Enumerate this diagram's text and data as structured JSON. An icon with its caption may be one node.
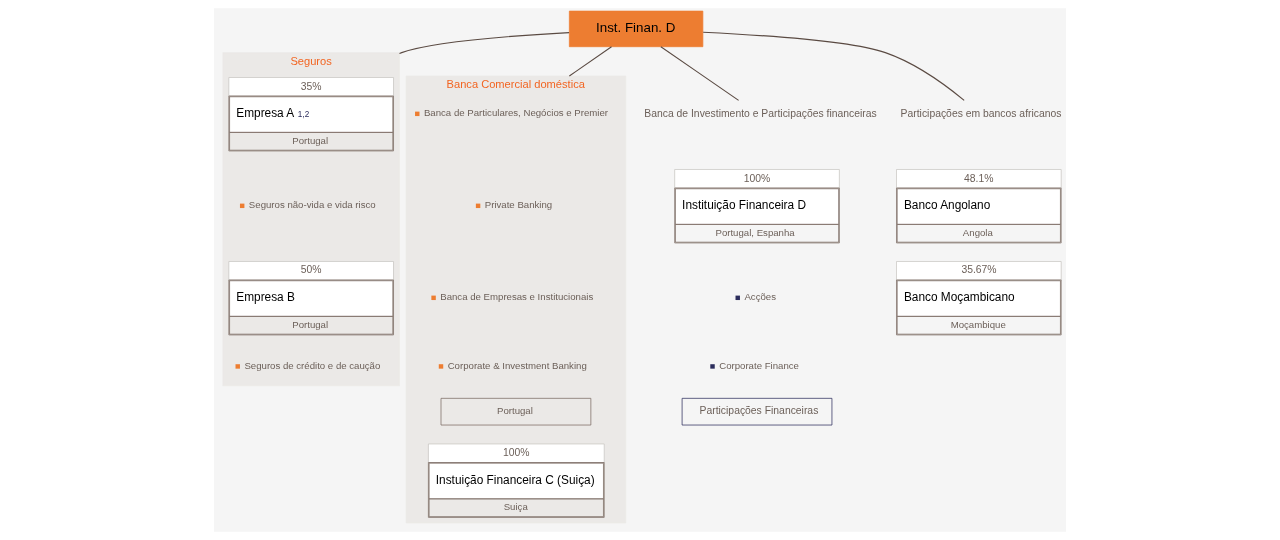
{
  "diagram": {
    "nodes": [
      {
        "text": [
          "Inst. Finan. D"
        ]
      },
      {
        "text": [
          "Banca de Investimento e Participações financeiras"
        ]
      },
      {
        "text": [
          "Instituição Financeira D",
          "Portugal, Espanha"
        ],
        "beside": [
          "100%"
        ]
      },
      {
        "text": [
          "Participações Financeiras"
        ]
      },
      {
        "text": [
          "Seguros"
        ]
      },
      {
        "text": [
          "Empresa A",
          "1,2",
          "Portugal"
        ],
        "beside": [
          "35%"
        ],
        "in": 4
      },
      {
        "text": [
          "Empresa B",
          "Portugal"
        ],
        "beside": [
          "50%"
        ],
        "in": 4
      },
      {
        "text": [
          "Banca Comercial doméstica"
        ]
      },
      {
        "text": [
          "Portugal"
        ],
        "in": 7
      },
      {
        "text": [
          "Instuição Financeira C (Suiça)",
          "Suiça"
        ],
        "beside": [
          "100%"
        ],
        "in": 7
      },
      {
        "text": [
          "Participações em bancos africanos"
        ]
      },
      {
        "text": [
          "Banco Angolano",
          "Angola"
        ],
        "beside": [
          "48.1%"
        ]
      },
      {
        "text": [
          "Banco Moçambicano",
          "Moçambique"
        ],
        "beside": [
          "35.67%"
        ]
      }
    ],
    "edges": [
      {
        "from": 0,
        "to": 1,
        "arrow": "none"
      },
      {
        "from": 0,
        "to": 4,
        "arrow": "none"
      },
      {
        "from": 0,
        "to": 7,
        "arrow": "none"
      },
      {
        "from": 0,
        "to": 10,
        "arrow": "none"
      }
    ],
    "labels": [
      "Acções",
      "Corporate Finance",
      "Seguros não-vida e vida risco",
      "Seguros de crédito e de caução",
      "Banca de Particulares, Negócios e Premier",
      "Private Banking",
      "Banca de Empresas e Institucionais",
      "Corporate & Investment Banking"
    ]
  }
}
